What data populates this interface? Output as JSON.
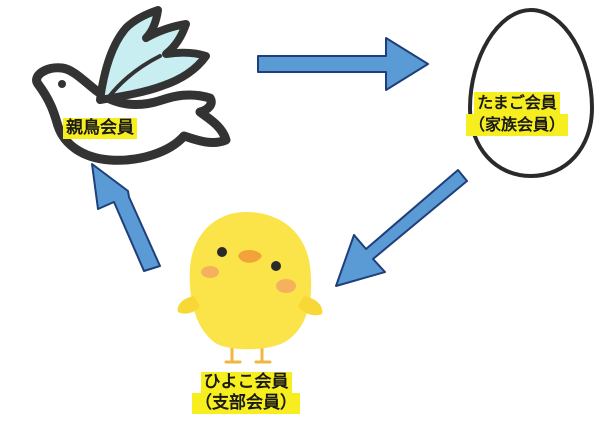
{
  "nodes": {
    "parent_bird": {
      "label": "親鳥会員"
    },
    "egg": {
      "label_line1": "たまご会員",
      "label_line2": "（家族会員）"
    },
    "chick": {
      "label_line1": "ひよこ会員",
      "label_line2": "（支部会員）"
    }
  },
  "colors": {
    "arrow_fill": "#5b9bd5",
    "arrow_stroke": "#1f3f7a",
    "label_highlight": "#f7ee1f",
    "chick_body": "#fbe34a",
    "chick_cheek": "#f6b15e",
    "bird_wing": "#c8eef2"
  },
  "icons": [
    "dove-icon",
    "egg-icon",
    "chick-icon"
  ]
}
